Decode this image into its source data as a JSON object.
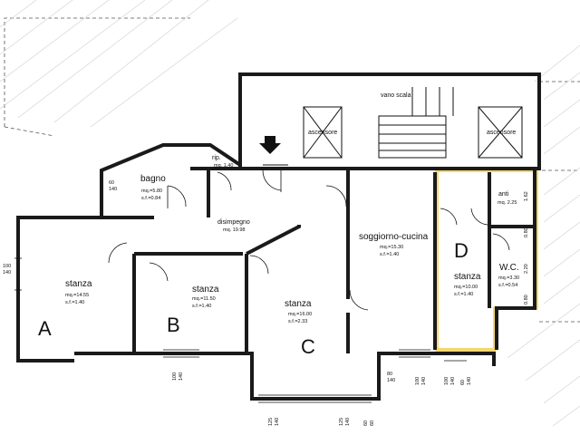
{
  "plan": {
    "stair_label": "vano scala",
    "lift_left": "ascensore",
    "lift_right": "ascensore",
    "rooms": {
      "bagno": {
        "name": "bagno",
        "mq": "mq.=5.80",
        "sf": "s.f.=0.84"
      },
      "rip": {
        "name": "rip.",
        "mq": "mq. 1.40"
      },
      "disimpegno": {
        "name": "disimpegno",
        "mq": "mq. 19.98"
      },
      "stanza_a": {
        "name": "stanza",
        "mq": "mq.=14.55",
        "sf": "s.f.=1.40",
        "letter": "A"
      },
      "stanza_b": {
        "name": "stanza",
        "mq": "mq.=11.50",
        "sf": "s.f.=1.40",
        "letter": "B"
      },
      "stanza_c": {
        "name": "stanza",
        "mq": "mq.=16.00",
        "sf": "s.f.=2.33",
        "letter": "C"
      },
      "soggiorno": {
        "name": "soggiorno-cucina",
        "mq": "mq.=15.30",
        "sf": "s.f.=1.40"
      },
      "stanza_d": {
        "name": "stanza",
        "mq": "mq.=10.00",
        "sf": "s.f.=1.40",
        "letter": "D"
      },
      "anti": {
        "name": "anti",
        "mq": "mq. 2.25"
      },
      "wc": {
        "name": "W.C.",
        "mq": "mq.=3.30",
        "sf": "s.f.=0.54"
      }
    },
    "dims": {
      "d60_140": [
        "60",
        "140"
      ],
      "d100_140_left": [
        "100",
        "140"
      ],
      "d100_140_b": [
        "100",
        "140"
      ],
      "d80_140": [
        "80",
        "140"
      ],
      "d125_140_a": [
        "125",
        "140"
      ],
      "d125_140_b": [
        "125",
        "140"
      ],
      "d60_60": [
        "60",
        "60"
      ],
      "d100_140_r1": [
        "100",
        "140"
      ],
      "d100_140_r2": [
        "100",
        "140"
      ],
      "d60_140_bottom": [
        "60",
        "140"
      ],
      "v_d_top": "1.62",
      "v_d_mid": "0.80",
      "v_d_low": "2.20",
      "v_d_bot": "0.80"
    },
    "highlight_color": "#f5d76e",
    "wall_color": "#1a1a1a"
  }
}
